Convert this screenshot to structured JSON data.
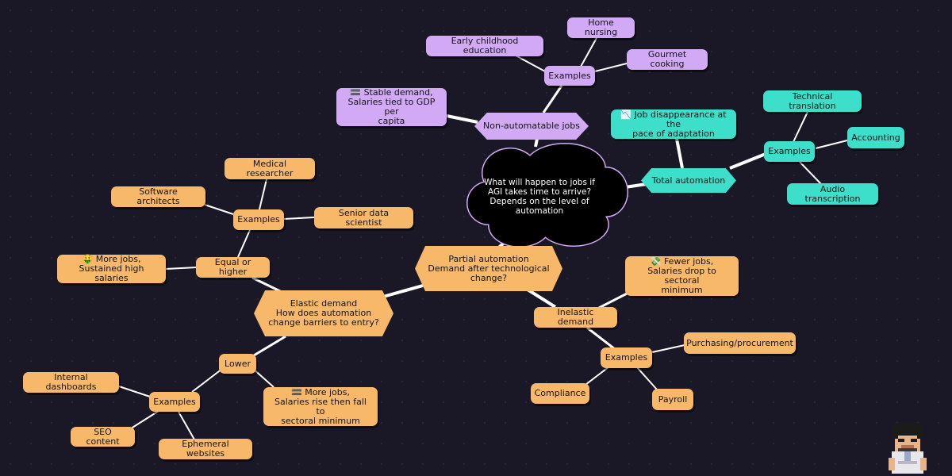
{
  "diagram": {
    "central": "What will happen to jobs if\nAGI takes time to arrive?\nDepends on the level of\nautomation",
    "nodes": {
      "non_automatable": "Non-automatable jobs",
      "stable_demand": "🟰 Stable demand,\nSalaries tied to GDP per\ncapita",
      "examples_non_auto": "Examples",
      "early_childhood": "Early childhood education",
      "home_nursing": "Home nursing",
      "gourmet_cooking": "Gourmet cooking",
      "total_automation": "Total automation",
      "job_disappearance": "📉 Job disappearance at the\npace of adaptation",
      "examples_total": "Examples",
      "technical_translation": "Technical translation",
      "accounting": "Accounting",
      "audio_transcription": "Audio transcription",
      "partial_automation": "Partial automation\nDemand after technological\nchange?",
      "elastic_demand": "Elastic demand\nHow does automation\nchange barriers to entry?",
      "equal_or_higher": "Equal or higher",
      "more_jobs_high": "🤑 More jobs,\nSustained high salaries",
      "examples_high": "Examples",
      "medical_researcher": "Medical researcher",
      "software_architects": "Software architects",
      "senior_data_scientist": "Senior data scientist",
      "lower": "Lower",
      "more_jobs_fall": "🟰 More jobs,\nSalaries rise then fall to\nsectoral minimum",
      "examples_low": "Examples",
      "internal_dashboards": "Internal dashboards",
      "seo_content": "SEO content",
      "ephemeral_websites": "Ephemeral websites",
      "inelastic_demand": "Inelastic demand",
      "fewer_jobs": "💸 Fewer jobs,\nSalaries drop to sectoral\nminimum",
      "examples_inelastic": "Examples",
      "purchasing": "Purchasing/procurement",
      "compliance": "Compliance",
      "payroll": "Payroll"
    },
    "colors": {
      "background": "#1a1826",
      "orange": "#f8b86a",
      "purple": "#d2a9f5",
      "teal": "#3ddfcb",
      "cloud": "#000000",
      "cloud_border": "#d2a9f5",
      "connector": "#ffffff"
    },
    "avatar_icon": "pixel-art-character-icon"
  }
}
